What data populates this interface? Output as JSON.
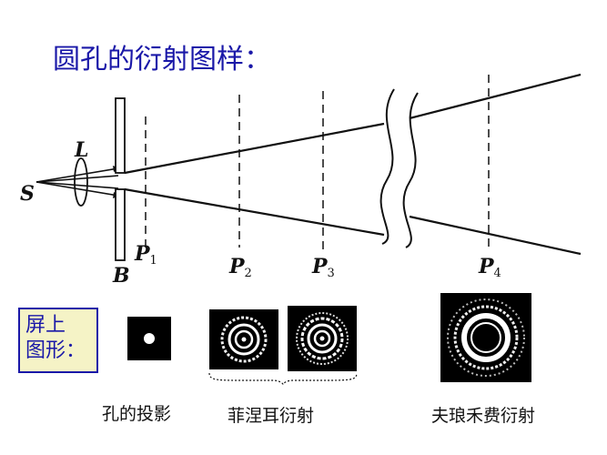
{
  "title": "圆孔的衍射图样：",
  "labels": {
    "source": "S",
    "lens": "L",
    "barrier": "B",
    "planes": [
      {
        "letter": "P",
        "index": "1"
      },
      {
        "letter": "P",
        "index": "2"
      },
      {
        "letter": "P",
        "index": "3"
      },
      {
        "letter": "P",
        "index": "4"
      }
    ]
  },
  "screen_box": {
    "line1": "屏上",
    "line2": "图形："
  },
  "captions": {
    "projection": "孔的投影",
    "fresnel": "菲涅耳衍射",
    "fraunhofer": "夫琅禾费衍射"
  },
  "colors": {
    "title": "#1a18a8",
    "screen_box_bg": "#f5f3c6",
    "ink": "#111111"
  }
}
